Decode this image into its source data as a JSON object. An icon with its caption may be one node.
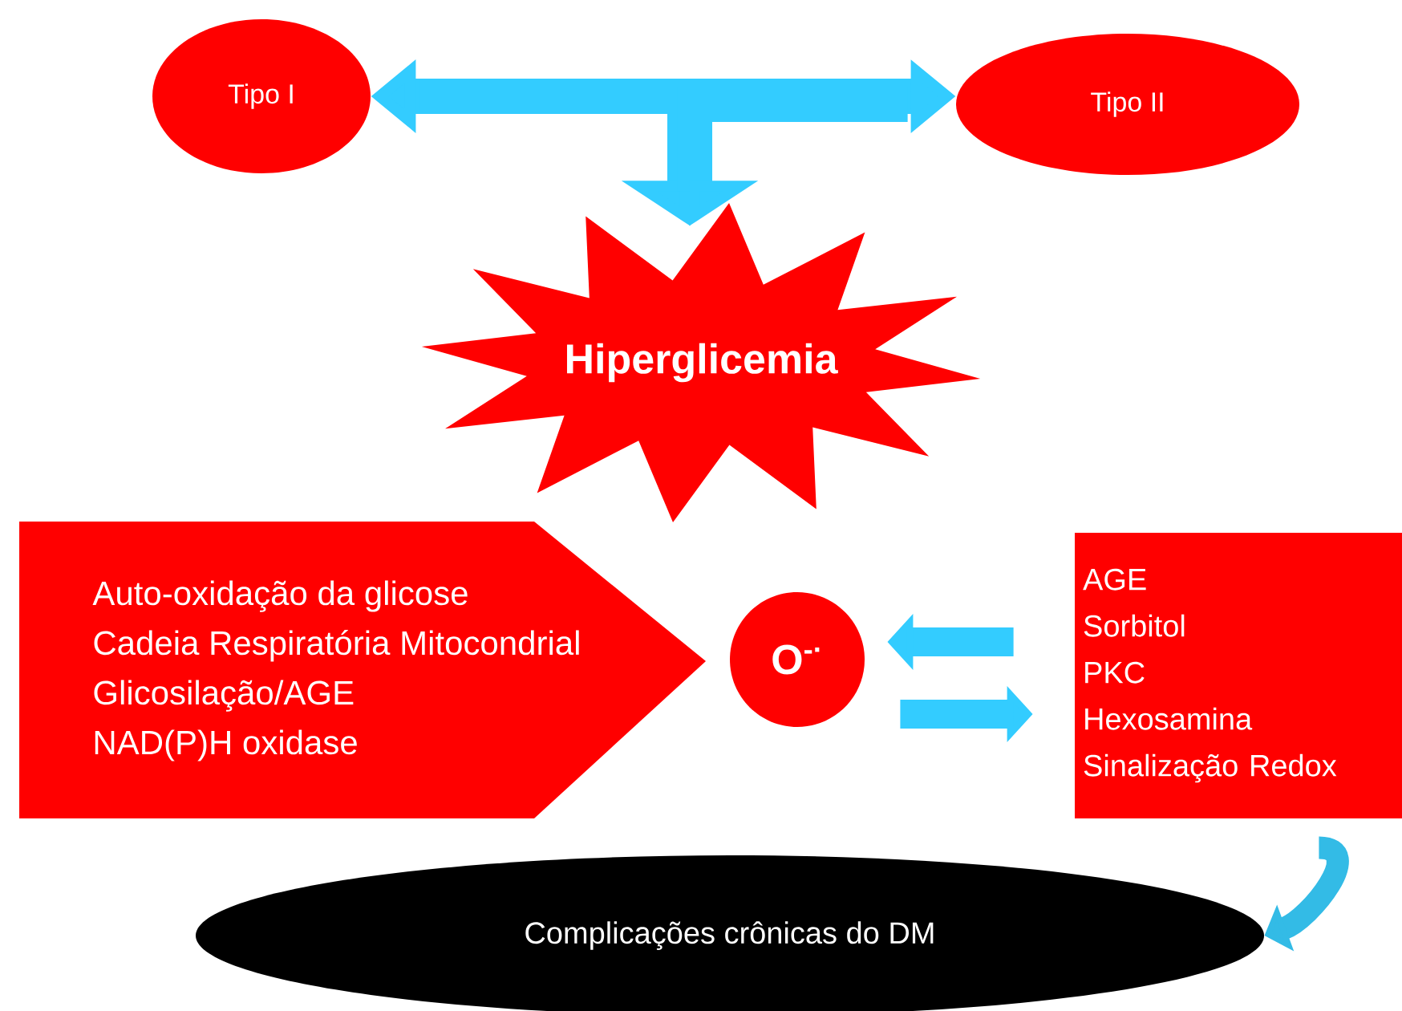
{
  "diagram": {
    "nodes": [
      {
        "text": [
          "Tipo I"
        ]
      },
      {
        "text": [
          "Tipo II"
        ]
      },
      {
        "text": [
          "Hiperglicemia"
        ]
      },
      {
        "text": [
          "Auto-oxidação da glicose",
          "Cadeia Respiratória Mitocondrial",
          "Glicosilação/AGE",
          "NAD(P)H oxidase"
        ]
      },
      {
        "text": [
          "O$^{-·}$"
        ]
      },
      {
        "text": [
          "AGE",
          "Sorbitol",
          "PKC",
          "Hexosamina",
          "Sinalização Redox"
        ]
      },
      {
        "text": [
          "Complicações crônicas do DM"
        ]
      }
    ],
    "edges": [
      {
        "from": 0,
        "to": 1,
        "arrow": "both"
      },
      {
        "from": 0,
        "to": 2,
        "arrow": "to"
      },
      {
        "from": 1,
        "to": 2,
        "arrow": "to"
      },
      {
        "from": 5,
        "to": 4,
        "arrow": "to"
      },
      {
        "from": 4,
        "to": 5,
        "arrow": "to"
      },
      {
        "from": 5,
        "to": 6,
        "arrow": "to"
      }
    ]
  }
}
